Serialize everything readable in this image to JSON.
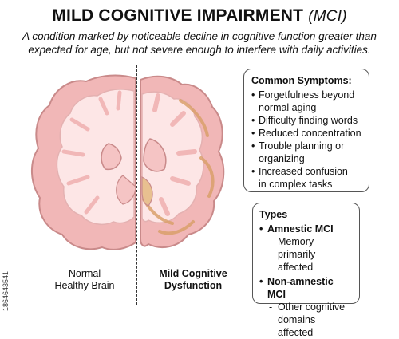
{
  "header": {
    "title": "MILD COGNITIVE IMPAIRMENT",
    "title_abbr": "(MCI)",
    "subtitle_line1": "A condition marked by noticeable decline in cognitive function greater than",
    "subtitle_line2": "expected for age, but not severe enough to interfere with daily activities."
  },
  "brain": {
    "left_label_line1": "Normal",
    "left_label_line2": "Healthy Brain",
    "right_label_line1": "Mild Cognitive",
    "right_label_line2": "Dysfunction",
    "colors": {
      "cortex": "#f1b7b7",
      "white_matter": "#fde6e6",
      "outline": "#c98a8a",
      "lesion": "#d9a06b"
    }
  },
  "symptoms": {
    "title": "Common Symptoms:",
    "items": [
      [
        "Forgetfulness beyond",
        "normal aging"
      ],
      [
        "Difficulty finding words"
      ],
      [
        "Reduced concentration"
      ],
      [
        "Trouble planning or",
        "organizing"
      ],
      [
        "Increased confusion",
        "in complex tasks"
      ]
    ]
  },
  "types": {
    "title": "Types",
    "amnestic": {
      "name": "Amnestic MCI",
      "desc_line1": "Memory primarily",
      "desc_line2": "affected"
    },
    "non_amnestic": {
      "name": "Non-amnestic MCI",
      "desc_line1": "Other cognitive",
      "desc_line2": "domains affected"
    }
  },
  "watermark": "1864643541"
}
